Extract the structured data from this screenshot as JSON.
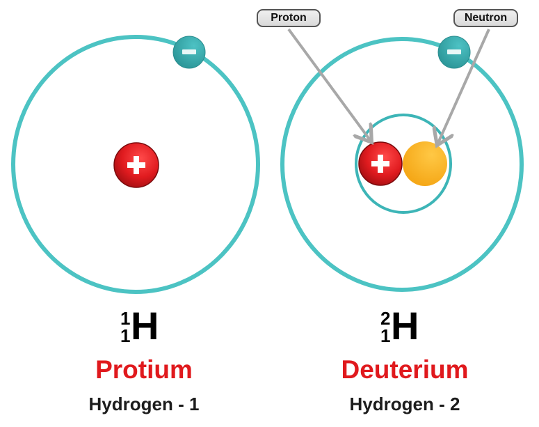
{
  "colors": {
    "orbit": "#4cc3c3",
    "electron": "#34a6a8",
    "proton": "#e01b1f",
    "neutron": "#fbb21f",
    "arrow": "#a8a8a8",
    "name_text": "#e0191d",
    "body_text": "#1c1c1c"
  },
  "callouts": {
    "proton_label": "Proton",
    "neutron_label": "Neutron"
  },
  "particles": {
    "proton_sign": "+",
    "electron_sign": "−"
  },
  "isotopes": [
    {
      "mass_number": "1",
      "atomic_number": "1",
      "symbol": "H",
      "name": "Protium",
      "subtitle": "Hydrogen - 1"
    },
    {
      "mass_number": "2",
      "atomic_number": "1",
      "symbol": "H",
      "name": "Deuterium",
      "subtitle": "Hydrogen - 2"
    }
  ]
}
